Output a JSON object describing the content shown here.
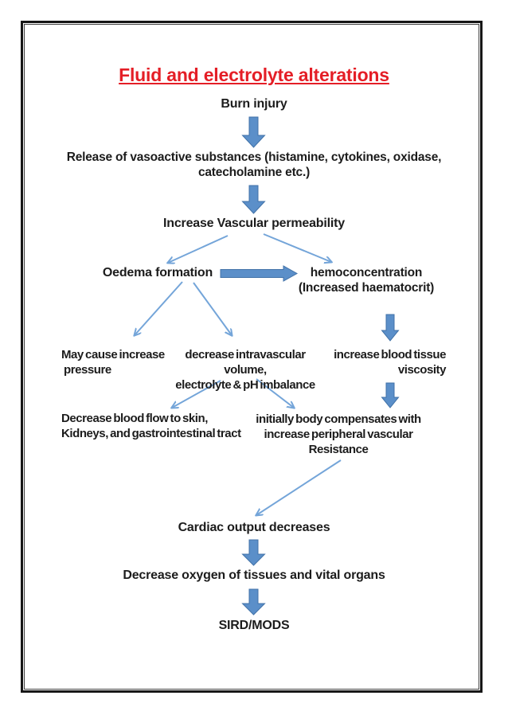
{
  "page": {
    "title": "Fluid and electrolyte alterations"
  },
  "colors": {
    "title_red": "#e41e26",
    "body_text": "#1c1c1c",
    "block_arrow_fill": "#5b8fc9",
    "block_arrow_edge": "#4172a8",
    "line_arrow_blue": "#74a5d9",
    "page_border": "#161616"
  },
  "nodes": {
    "burn_injury": {
      "label": "Burn injury"
    },
    "release": {
      "lines": [
        "Release of vasoactive substances (histamine, cytokines, oxidase,",
        "catecholamine etc.)"
      ]
    },
    "permeability": {
      "label": "Increase Vascular permeability"
    },
    "oedema": {
      "label": "Oedema formation"
    },
    "hemoconcentration": {
      "lines": [
        "hemoconcentration",
        "(Increased haematocrit)"
      ]
    },
    "pressure": {
      "lines": [
        "May cause increase",
        "pressure"
      ]
    },
    "intravascular": {
      "lines": [
        "decrease intravascular volume,",
        "electrolyte & pH imbalance"
      ]
    },
    "viscosity": {
      "lines": [
        "increase blood tissue",
        "viscosity"
      ]
    },
    "blood_flow": {
      "lines": [
        "Decrease blood flow to skin,",
        "Kidneys, and gastrointestinal tract"
      ]
    },
    "compensate": {
      "lines": [
        "initially body compensates with",
        "increase peripheral vascular",
        "Resistance"
      ]
    },
    "cardiac": {
      "label": "Cardiac output decreases"
    },
    "oxygen": {
      "label": "Decrease oxygen of tissues and vital organs"
    },
    "sird": {
      "label": "SIRD/MODS"
    }
  },
  "connections": [
    {
      "from": "Burn injury",
      "to": "Release of vasoactive substances",
      "style": "block-arrow-down"
    },
    {
      "from": "Release of vasoactive substances",
      "to": "Increase Vascular permeability",
      "style": "block-arrow-down"
    },
    {
      "from": "Increase Vascular permeability",
      "to": "Oedema formation",
      "style": "line-arrow"
    },
    {
      "from": "Increase Vascular permeability",
      "to": "hemoconcentration",
      "style": "line-arrow"
    },
    {
      "from": "Oedema formation",
      "to": "hemoconcentration",
      "style": "block-arrow-right"
    },
    {
      "from": "hemoconcentration (Increased haematocrit)",
      "to": "increase blood tissue viscosity",
      "style": "block-arrow-down"
    },
    {
      "from": "Oedema formation",
      "to": "May cause increase pressure",
      "style": "line-arrow"
    },
    {
      "from": "Oedema formation",
      "to": "decrease intravascular volume, electrolyte & pH imbalance",
      "style": "line-arrow"
    },
    {
      "from": "decrease intravascular volume, electrolyte & pH imbalance",
      "to": "Decrease blood flow to skin, Kidneys, and gastrointestinal tract",
      "style": "line-arrow"
    },
    {
      "from": "decrease intravascular volume, electrolyte & pH imbalance",
      "to": "initially body compensates with increase peripheral vascular Resistance",
      "style": "line-arrow"
    },
    {
      "from": "increase blood tissue viscosity",
      "to": "initially body compensates with increase peripheral vascular Resistance",
      "style": "block-arrow-down"
    },
    {
      "from": "initially body compensates with increase peripheral vascular Resistance",
      "to": "Cardiac output decreases",
      "style": "line-arrow"
    },
    {
      "from": "Cardiac output decreases",
      "to": "Decrease oxygen of tissues and vital organs",
      "style": "block-arrow-down"
    },
    {
      "from": "Decrease oxygen of tissues and vital organs",
      "to": "SIRD/MODS",
      "style": "block-arrow-down"
    }
  ]
}
